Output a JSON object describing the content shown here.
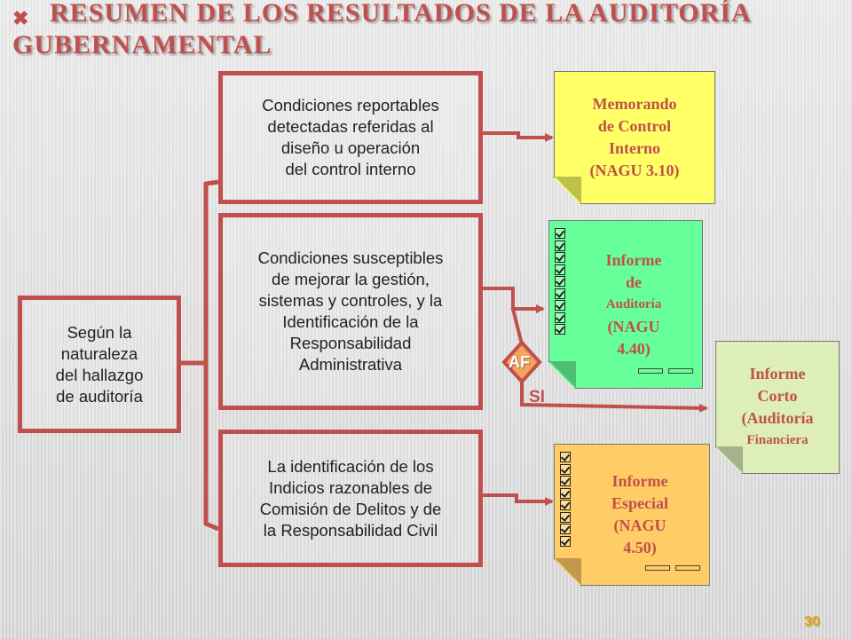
{
  "title": {
    "line1": "RESUMEN DE LOS RESULTADOS DE LA AUDITORÍA",
    "line2": "GUBERNAMENTAL"
  },
  "source_box": {
    "text": "Según la\nnaturaleza\ndel hallazgo\nde auditoría"
  },
  "conditions": [
    {
      "text": "Condiciones reportables\ndetectadas referidas al\ndiseño u operación\ndel control interno"
    },
    {
      "text": "Condiciones susceptibles\nde mejorar la gestión,\nsistemas y controles, y la\nIdentificación de la\nResponsabilidad\nAdministrativa"
    },
    {
      "text": "La identificación de los\nIndicios razonables de\nComisión de Delitos y de\nla Responsabilidad Civil"
    }
  ],
  "documents": {
    "memo": {
      "lines": [
        "Memorando",
        "de Control",
        "Interno",
        "(NAGU 3.10)"
      ],
      "color": "#ffff66"
    },
    "informe_auditoria": {
      "lines": [
        "Informe",
        "de",
        "Auditoría",
        "(NAGU",
        "4.40)"
      ],
      "color": "#66ff99"
    },
    "informe_corto": {
      "lines": [
        "Informe",
        "Corto",
        "(Auditoría",
        "Financiera"
      ],
      "color": "#ddeeb8"
    },
    "informe_especial": {
      "lines": [
        "Informe",
        "Especial",
        "(NAGU",
        "4.50)"
      ],
      "color": "#ffcc66"
    }
  },
  "decision": {
    "label": "AF",
    "branch": "SI"
  },
  "page_number": "30",
  "colors": {
    "accent": "#c0504d",
    "page_number": "#f0a800"
  },
  "icons": {
    "title_mark": "x-mark-icon",
    "checklist": "checkbox-icon",
    "arrow": "arrow-right-icon"
  }
}
